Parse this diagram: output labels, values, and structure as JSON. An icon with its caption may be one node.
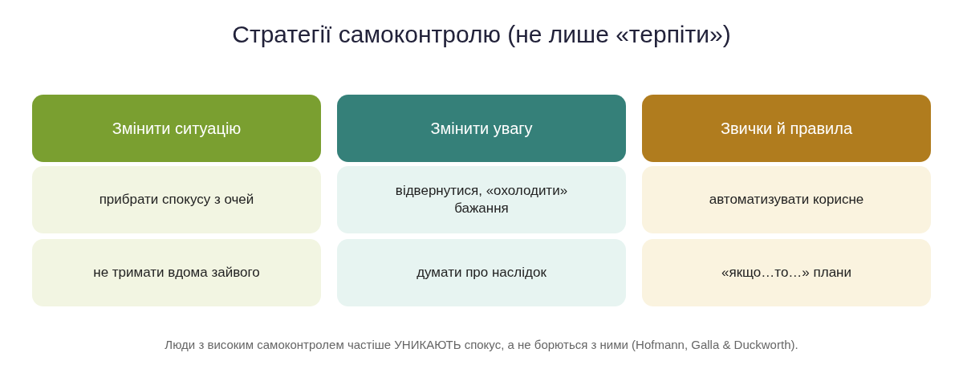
{
  "diagram": {
    "title": "Стратегії самоконтролю (не лише «терпіти»)",
    "caption": "Люди з високим самоконтролем частіше УНИКАЮТЬ спокус, а не борються з ними (Hofmann, Galla & Duckworth).",
    "nodes": [
      {
        "text": [
          "Змінити ситуацію"
        ]
      },
      {
        "text": [
          "Змінити увагу"
        ]
      },
      {
        "text": [
          "Звички й правила"
        ]
      },
      {
        "text": [
          "прибрати спокусу з очей"
        ]
      },
      {
        "text": [
          "відвернутися, «охолодити» бажання"
        ]
      },
      {
        "text": [
          "автоматизувати корисне"
        ]
      },
      {
        "text": [
          "не тримати вдома зайвого"
        ]
      },
      {
        "text": [
          "думати про наслідок"
        ]
      },
      {
        "text": [
          "«якщо…то…» плани"
        ]
      }
    ]
  }
}
